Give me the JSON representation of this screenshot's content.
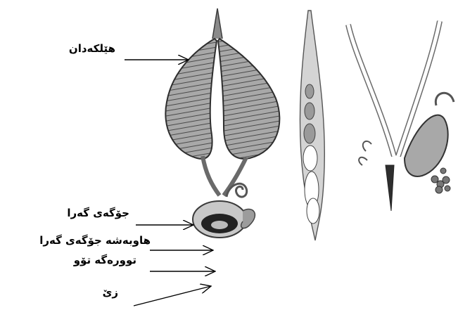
{
  "labels": {
    "ovaries": "هێلکەدان",
    "oviduct": "جۆگەی گەرا",
    "common_oviduct": "هاوبەشە جۆگەی گەرا",
    "seminal_receptacle": "توورەگە تۆو",
    "vagina": "زێ"
  },
  "colors": {
    "ink": "#000000",
    "organ_fill": "#9a9a9a",
    "organ_dark": "#3c3c3c",
    "sketch": "#5a5a5a",
    "paper": "#ffffff"
  },
  "icons": {
    "arrow": "arrow-right-icon"
  }
}
